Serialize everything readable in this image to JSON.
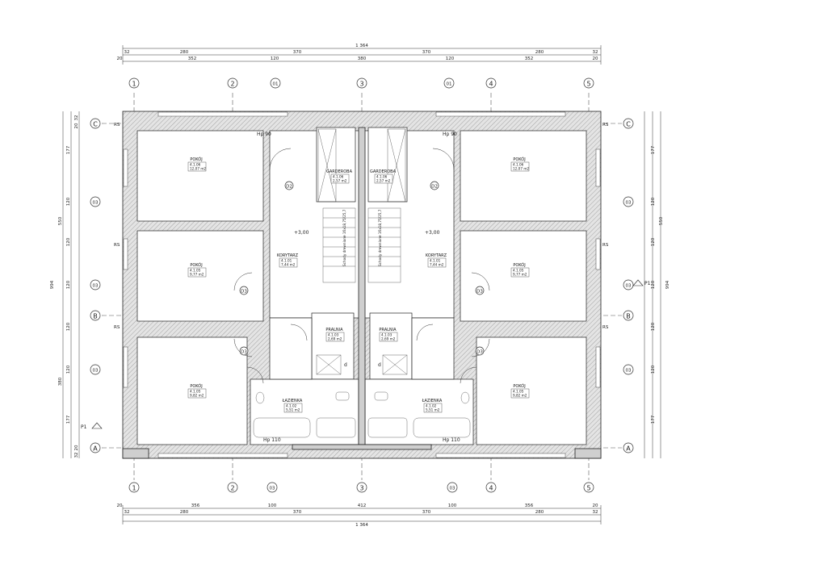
{
  "drawing": {
    "top_dims_row1": [
      "1 364"
    ],
    "top_dims_row2": [
      "32",
      "280",
      "370",
      "370",
      "280",
      "32"
    ],
    "top_dims_row3": [
      "20",
      "352",
      "120",
      "380",
      "120",
      "352",
      "20"
    ],
    "bottom_dims_row1": [
      "20",
      "356",
      "100",
      "412",
      "100",
      "356",
      "20"
    ],
    "bottom_dims_row2": [
      "32",
      "280",
      "370",
      "370",
      "280",
      "32"
    ],
    "bottom_dims_row3": [
      "1 364"
    ],
    "left_dims": [
      "32",
      "20",
      "177",
      "120",
      "120",
      "120",
      "120",
      "120",
      "380",
      "177",
      "20",
      "32"
    ],
    "left_totals": [
      "550",
      "994"
    ],
    "right_totals": [
      "550",
      "994"
    ],
    "axis_cols": [
      "1",
      "2",
      "3",
      "4",
      "5"
    ],
    "axis_sub_cols": [
      "01",
      "01",
      "03",
      "03"
    ],
    "axis_rows": [
      "C",
      "B",
      "A"
    ],
    "axis_sub_rows": [
      "03",
      "03",
      "03"
    ],
    "section_marks": [
      "P1",
      "P1"
    ],
    "level_marks": [
      "+3,00",
      "+3,00"
    ],
    "stairs": [
      "Schody drewniane 16x18,75/25,7",
      "Schody drewniane 16x18,75/25,7"
    ],
    "rooms": [
      {
        "name": "POKÓJ",
        "id": "4.1.06",
        "area": "12,07 m2"
      },
      {
        "name": "POKÓJ",
        "id": "4.1.05",
        "area": "9,77 m2"
      },
      {
        "name": "POKÓJ",
        "id": "4.1.05",
        "area": "9,82 m2"
      },
      {
        "name": "GARDEROBA",
        "id": "4.1.06",
        "area": "2,57 m2"
      },
      {
        "name": "KORYTARZ",
        "id": "4.1.01",
        "area": "7,44 m2"
      },
      {
        "name": "PRALNIA",
        "id": "4.1.03",
        "area": "2,69 m2"
      },
      {
        "name": "ŁAZIENKA",
        "id": "4.1.02",
        "area": "5,51 m2"
      },
      {
        "name": "GARDEROBA",
        "id": "4.1.06",
        "area": "2,57 m2"
      },
      {
        "name": "KORYTARZ",
        "id": "4.1.01",
        "area": "7,44 m2"
      },
      {
        "name": "PRALNIA",
        "id": "4.1.03",
        "area": "2,69 m2"
      },
      {
        "name": "ŁAZIENKA",
        "id": "4.1.02",
        "area": "5,51 m2"
      },
      {
        "name": "POKÓJ",
        "id": "4.1.06",
        "area": "12,07 m2"
      },
      {
        "name": "POKÓJ",
        "id": "4.1.05",
        "area": "9,77 m2"
      },
      {
        "name": "POKÓJ",
        "id": "4.1.05",
        "area": "9,82 m2"
      }
    ],
    "misc_labels": [
      "Hp 90",
      "Hp 90",
      "Hp 110",
      "Hp 110",
      "RS",
      "RS",
      "RS",
      "RS",
      "RS",
      "RS",
      "D2",
      "D2",
      "D3",
      "D3",
      "D3",
      "D3",
      "d",
      "d"
    ]
  }
}
